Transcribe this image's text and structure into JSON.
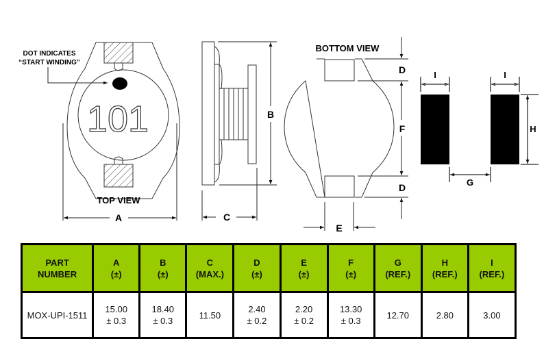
{
  "drawing": {
    "top_view": {
      "title": "TOP VIEW",
      "marking": "101",
      "note_line1": "DOT INDICATES",
      "note_line2": "“START WINDING”",
      "dimension": "A"
    },
    "side_view": {
      "dimension_height": "B",
      "dimension_width": "C"
    },
    "bottom_view": {
      "title": "BOTTOM VIEW",
      "dimension_pad_top": "D",
      "dimension_center": "F",
      "dimension_pad_bottom": "D",
      "dimension_pad_width": "E"
    },
    "land_pattern": {
      "dimension_pad_width_left": "I",
      "dimension_pad_width_right": "I",
      "dimension_height": "H",
      "dimension_gap": "G"
    }
  },
  "table": {
    "colors": {
      "header_bg": "#99cc00",
      "border": "#000000"
    },
    "headers": [
      {
        "line1": "PART",
        "line2": "NUMBER"
      },
      {
        "line1": "A",
        "line2": "(±)"
      },
      {
        "line1": "B",
        "line2": "(±)"
      },
      {
        "line1": "C",
        "line2": "(MAX.)"
      },
      {
        "line1": "D",
        "line2": "(±)"
      },
      {
        "line1": "E",
        "line2": "(±)"
      },
      {
        "line1": "F",
        "line2": "(±)"
      },
      {
        "line1": "G",
        "line2": "(REF.)"
      },
      {
        "line1": "H",
        "line2": "(REF.)"
      },
      {
        "line1": "I",
        "line2": "(REF.)"
      }
    ],
    "rows": [
      [
        {
          "line1": "MOX-UPI-1511",
          "line2": ""
        },
        {
          "line1": "15.00",
          "line2": "± 0.3"
        },
        {
          "line1": "18.40",
          "line2": "± 0.3"
        },
        {
          "line1": "11.50",
          "line2": ""
        },
        {
          "line1": "2.40",
          "line2": "± 0.2"
        },
        {
          "line1": "2.20",
          "line2": "± 0.2"
        },
        {
          "line1": "13.30",
          "line2": "± 0.3"
        },
        {
          "line1": "12.70",
          "line2": ""
        },
        {
          "line1": "2.80",
          "line2": ""
        },
        {
          "line1": "3.00",
          "line2": ""
        }
      ]
    ]
  }
}
